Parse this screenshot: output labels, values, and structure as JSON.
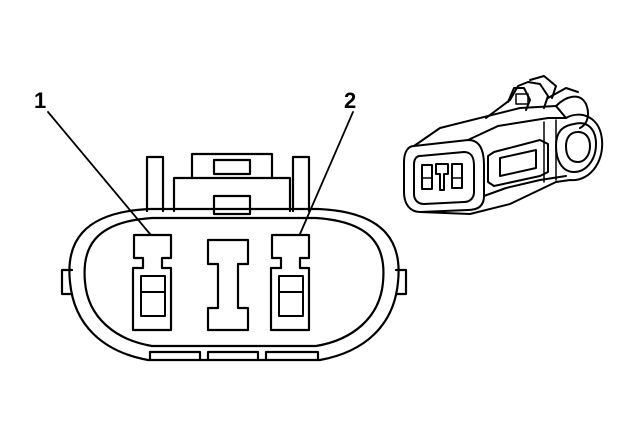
{
  "callouts": [
    {
      "id": "1",
      "label": "1",
      "refers_to": "terminal"
    },
    {
      "id": "2",
      "label": "2",
      "refers_to": "terminal"
    }
  ],
  "colors": {
    "line": "#000000",
    "background": "#ffffff"
  }
}
